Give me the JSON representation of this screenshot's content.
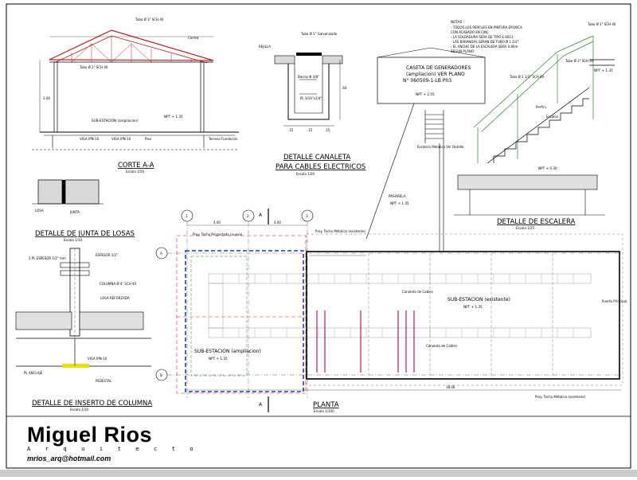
{
  "author": {
    "name": "Miguel Rios",
    "profession": "Arquitecto",
    "email": "mrios_arq@hotmail.com"
  },
  "views": {
    "corte": {
      "title": "CORTE A-A",
      "scale": "Escala 1/50",
      "inner_label": "SUB-ESTACION (ampliacion)",
      "level": "NPT + 1.35",
      "labels": [
        "Tubo Ø 3\" SCH 40",
        "Tubo Ø 2\" SCH 40",
        "Correa",
        "VIGA IPN-10",
        "VIGA IPN-10",
        "Piso",
        "Terreno Fundacion"
      ]
    },
    "canaleta": {
      "title_line1": "DETALLE CANALETA",
      "title_line2": "PARA CABLES ELECTRICOS",
      "scale": "Escala 1/20",
      "labels": [
        "REJILLA",
        "Tubo Ø 1\" Galvanizado",
        "PL 3/16\"x1/4\"",
        "Barras Φ 3/8\""
      ],
      "dims": [
        ".15",
        ".15",
        ".15",
        ".60"
      ]
    },
    "junta": {
      "title": "DETALLE DE JUNTA DE LOSAS",
      "scale": "Escala 1/10",
      "labels": [
        "LOSA",
        "JUNTA"
      ]
    },
    "inserto": {
      "title": "DETALLE DE INSERTO DE COLUMNA",
      "scale": "Escala 1/10",
      "labels": [
        "2 PL ESPESOR 1/2\" mm",
        "ESPESOR 1/2\"",
        "COLUMNA Ø 4\" SCH 40",
        "LOSA REFORZADA",
        "VIGA IPN-10",
        "PL ANCLAJE",
        "PEDESTAL"
      ]
    },
    "escalera": {
      "title": "DETALLE DE ESCALERA",
      "scale": "Escala 1/25",
      "notes_title": "NOTAS :",
      "notes": [
        "- TODOS LOS PERFILES EN PINTURA EPOXICA",
        "  CON ACABADO EN CINC",
        "- LA SOLDADURA SERA DE TIPO E-6013",
        "- LAS BARANDAS SERAN DE TUBO Ø 1 1/2\"",
        "- EL ANCHO DE LA ESCALERA SERA 0.80m",
        "  SEGUN PLANO"
      ],
      "labels": [
        "Tubo Ø 1\" SCH 40",
        "Tubo Ø 1 1/2\" SCH 40",
        "Tubo Ø 3\" SCH 40",
        "Perfil L",
        "Escalon",
        "NPT + 1.35",
        "NPT + 0.30"
      ]
    },
    "caseta": {
      "lines": [
        "CASETA DE GENERADORES",
        "(ampliacion) VER PLANO",
        "N° 060509-1-LB P03"
      ],
      "level": "NPT + 2.55",
      "stair_label": "Escalera Metalica Ver Detalle"
    },
    "planta": {
      "title": "PLANTA",
      "scale": "Escala 1/100",
      "pasarela": "PASARELA",
      "pasarela_level": "NPT + 1.35",
      "left_label": "SUB-ESTACION (ampliacion)",
      "left_level": "NPT + 1.35",
      "right_label": "SUB-ESTACION (existente)",
      "right_level": "NPT + 1.35",
      "axes": [
        "1",
        "2",
        "3"
      ],
      "rows": [
        "A",
        "B"
      ],
      "section_mark": "A",
      "notes": [
        "Proy. Techo Metalico (existente)",
        "Proy. Techo Proyectado (nuevo)",
        "Proy. Techo Metalico (existente)",
        "Canaleta de Cables",
        "Canaleta de Cables",
        "Puerta Principal"
      ]
    }
  }
}
